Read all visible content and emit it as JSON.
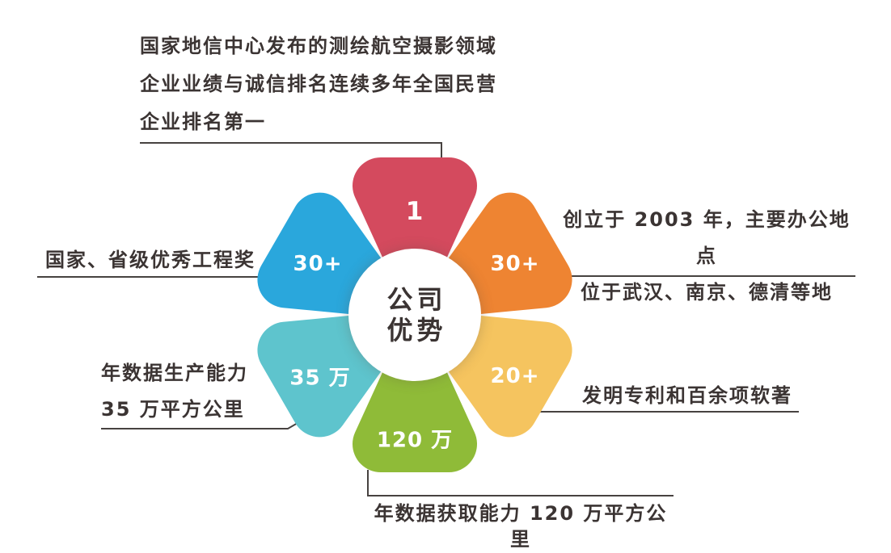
{
  "center": {
    "title_line1": "公司",
    "title_line2": "优势"
  },
  "colors": {
    "red": "#d44a5e",
    "orange": "#ee8432",
    "yellow": "#f5c45f",
    "green": "#8fbb38",
    "teal": "#5ec4cd",
    "blue": "#2aa7dc",
    "line": "#474240",
    "text": "#3b3433",
    "circle_bg": "#ffffff",
    "value_text": "#ffffff"
  },
  "petals": [
    {
      "position": "top",
      "value": "1",
      "color": "#d44a5e"
    },
    {
      "position": "top-right",
      "value": "30+",
      "color": "#ee8432"
    },
    {
      "position": "bottom-right",
      "value": "20+",
      "color": "#f5c45f"
    },
    {
      "position": "bottom",
      "value": "120 万",
      "color": "#8fbb38"
    },
    {
      "position": "bottom-left",
      "value": "35 万",
      "color": "#5ec4cd"
    },
    {
      "position": "top-left",
      "value": "30+",
      "color": "#2aa7dc"
    }
  ],
  "annotations": {
    "top": {
      "lines": [
        "国家地信中心发布的测绘航空摄影领域",
        "企业业绩与诚信排名连续多年全国民营",
        "企业排名第一"
      ]
    },
    "top_left": {
      "text": "国家、省级优秀工程奖"
    },
    "top_right": {
      "lines": [
        "创立于 2003 年，主要办公地点",
        "位于武汉、南京、德清等地"
      ]
    },
    "bottom_right": {
      "text": "发明专利和百余项软著"
    },
    "bottom": {
      "text": "年数据获取能力 120 万平方公里"
    },
    "bottom_left": {
      "lines": [
        "年数据生产能力",
        "35 万平方公里"
      ]
    }
  }
}
